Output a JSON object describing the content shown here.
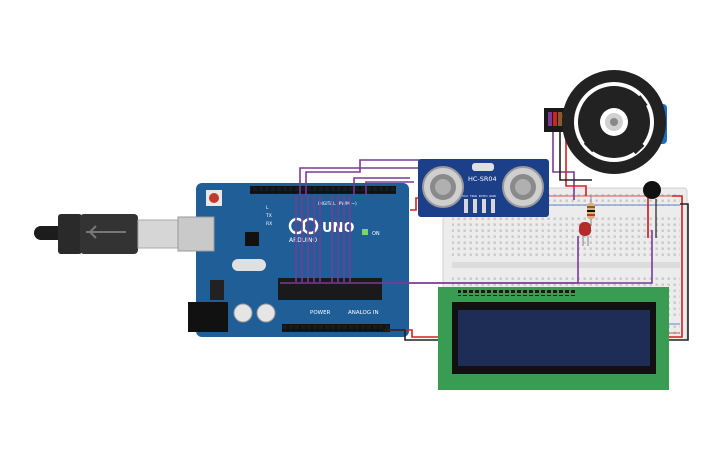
{
  "arduino": {
    "brand": "ARDUINO",
    "model": "UNO",
    "section_power": "POWER",
    "section_analog": "ANALOG IN",
    "section_digital": "DIGITAL (PWM ~)",
    "on_label": "ON",
    "tx_label": "TX",
    "rx_label": "RX",
    "l_label": "L",
    "board_color": "#1f5e96"
  },
  "sensor": {
    "name": "HC-SR04",
    "pins": [
      "VCC",
      "TRIG",
      "ECHO",
      "GND"
    ],
    "board_color": "#1b3f88"
  },
  "lcd": {
    "pcb_color": "#3a9b52",
    "screen_color": "#1e2d56"
  },
  "wire_colors": {
    "signal": "#7a3a96",
    "power": "#d32020",
    "ground": "#222222"
  }
}
